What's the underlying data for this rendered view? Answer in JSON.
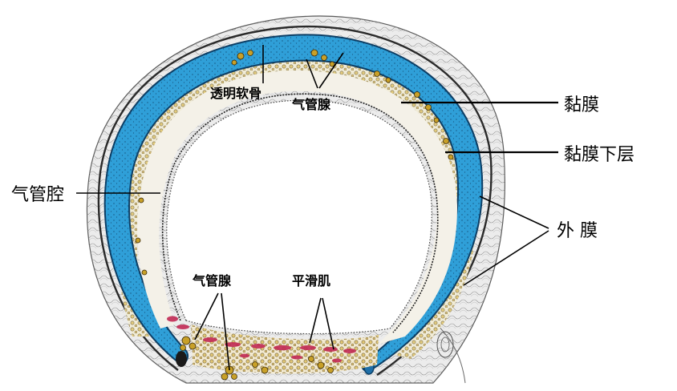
{
  "labels": {
    "hyaline_cartilage": "透明软骨",
    "trachea_gland_top": "气管腺",
    "mucosa": "黏膜",
    "submucosa": "黏膜下层",
    "trachea_lumen": "气管腔",
    "adventitia": "外 膜",
    "trachea_gland_bottom": "气管腺",
    "smooth_muscle": "平滑肌"
  },
  "colors": {
    "cartilage": "#2f9fd8",
    "cartilage_edge": "#0d3f66",
    "mucosa": "#f2f0ea",
    "gland": "#c8a028",
    "gland_dark": "#3a2a08",
    "muscle": "#c22a55",
    "adventitia": "#e6e6e6",
    "line": "#000000"
  }
}
